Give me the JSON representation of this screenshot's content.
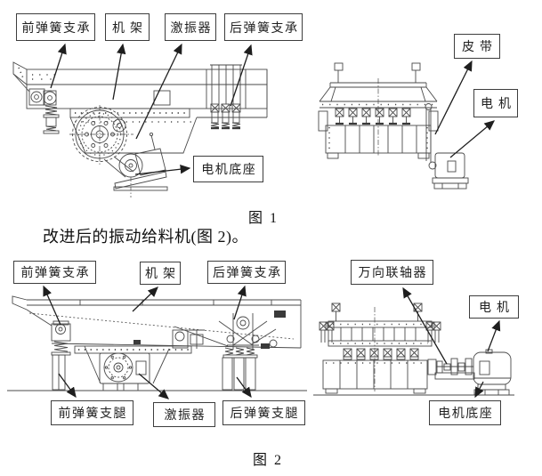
{
  "document": {
    "type": "technical-figure-page",
    "paragraph": "改进后的振动给料机(图 2)。"
  },
  "figure1": {
    "caption": "图 1",
    "labels": {
      "front_spring_support": "前弹簧支承",
      "frame": "机架",
      "exciter": "激振器",
      "rear_spring_support": "后弹簧支承",
      "belt": "皮带",
      "motor": "电机",
      "motor_base": "电机底座"
    }
  },
  "figure2": {
    "caption": "图 2",
    "labels": {
      "front_spring_support": "前弹簧支承",
      "frame": "机架",
      "rear_spring_support": "后弹簧支承",
      "universal_coupling": "万向联轴器",
      "motor": "电机",
      "front_spring_leg": "前弹簧支腿",
      "exciter": "激振器",
      "rear_spring_leg": "后弹簧支腿",
      "motor_base": "电机底座"
    }
  },
  "colors": {
    "background": "#ffffff",
    "line_art": "#4a4a4a",
    "arrow": "#1e1e1e",
    "box_border": "#3d3d3d",
    "text": "#1a1a1a"
  }
}
